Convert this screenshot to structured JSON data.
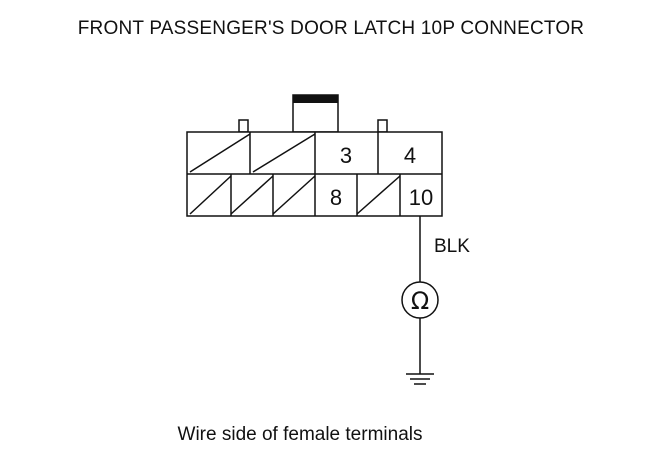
{
  "title": "FRONT PASSENGER'S DOOR LATCH 10P CONNECTOR",
  "caption": "Wire side of female terminals",
  "connector": {
    "terminal_labels": {
      "t3": "3",
      "t4": "4",
      "t8": "8",
      "t10": "10"
    }
  },
  "wire": {
    "color_label": "BLK"
  },
  "meter": {
    "symbol": "Ω",
    "icon": "ohmmeter-icon"
  },
  "ground": {
    "icon": "ground-icon"
  }
}
